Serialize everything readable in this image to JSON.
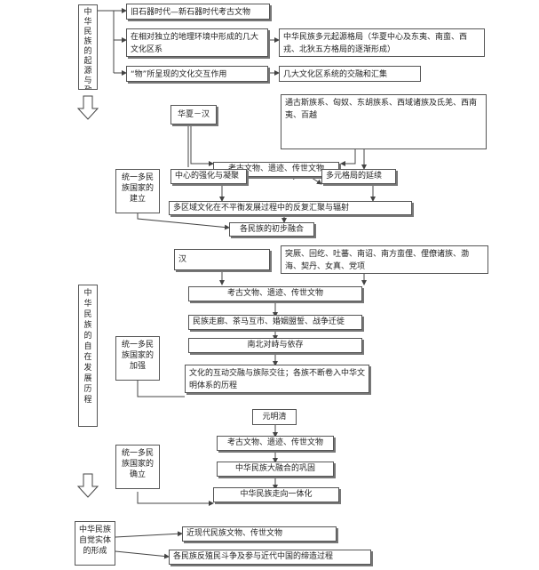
{
  "section1": {
    "title": "中华民族的起源与孕育",
    "row1": "旧石器时代—新石器时代考古文物",
    "row2": "在相对独立的地理环境中形成的几大文化区系",
    "row2_right": "中华民族多元起源格局（华夏中心及东夷、南蛮、西戎、北狄五方格局的逐渐形成）",
    "row3": "“物”所呈现的文化交互作用",
    "row3_right": "几大文化区系统的交融和汇集"
  },
  "section2": {
    "title": "中华民族的自在发展历程",
    "stage1": {
      "label": "统一多民族国家的建立",
      "left_top": "华夏－汉",
      "right_top": "通古斯族系、匈奴、东胡族系、西域诸族及氐羌、西南夷、百越",
      "middle": "考古文物、遗迹、传世文物",
      "left_mid": "中心的强化与凝聚",
      "right_mid": "多元格局的延续",
      "wide": "多区域文化在不平衡发展过程中的反复汇聚与辐射",
      "bottom": "各民族的初步融合"
    },
    "stage2": {
      "label": "统一多民族国家的加强",
      "left_top": "汉",
      "right_top": "突厥、回纥、吐蕃、南诏、南方蛮俚、俚僚诸族、渤海、契丹、女真、党项",
      "item1": "考古文物、遗迹、传世文物",
      "item2": "民族走廊、茶马互市、婚姻盟誓、战争迁徙",
      "item3": "南北对峙与依存",
      "item4": "文化的互动交融与族际交往；各族不断卷入中华文明体系的历程"
    },
    "stage3": {
      "label": "统一多民族国家的确立",
      "top": "元明清",
      "item1": "考古文物、遗迹、传世文物",
      "item2": "中华民族大融合的巩固",
      "item3": "中华民族走向一体化"
    }
  },
  "section3": {
    "title": "中华民族自觉实体的形成",
    "item1": "近现代民族文物、传世文物",
    "item2": "各民族反殖民斗争及参与近代中国的缔造过程"
  }
}
